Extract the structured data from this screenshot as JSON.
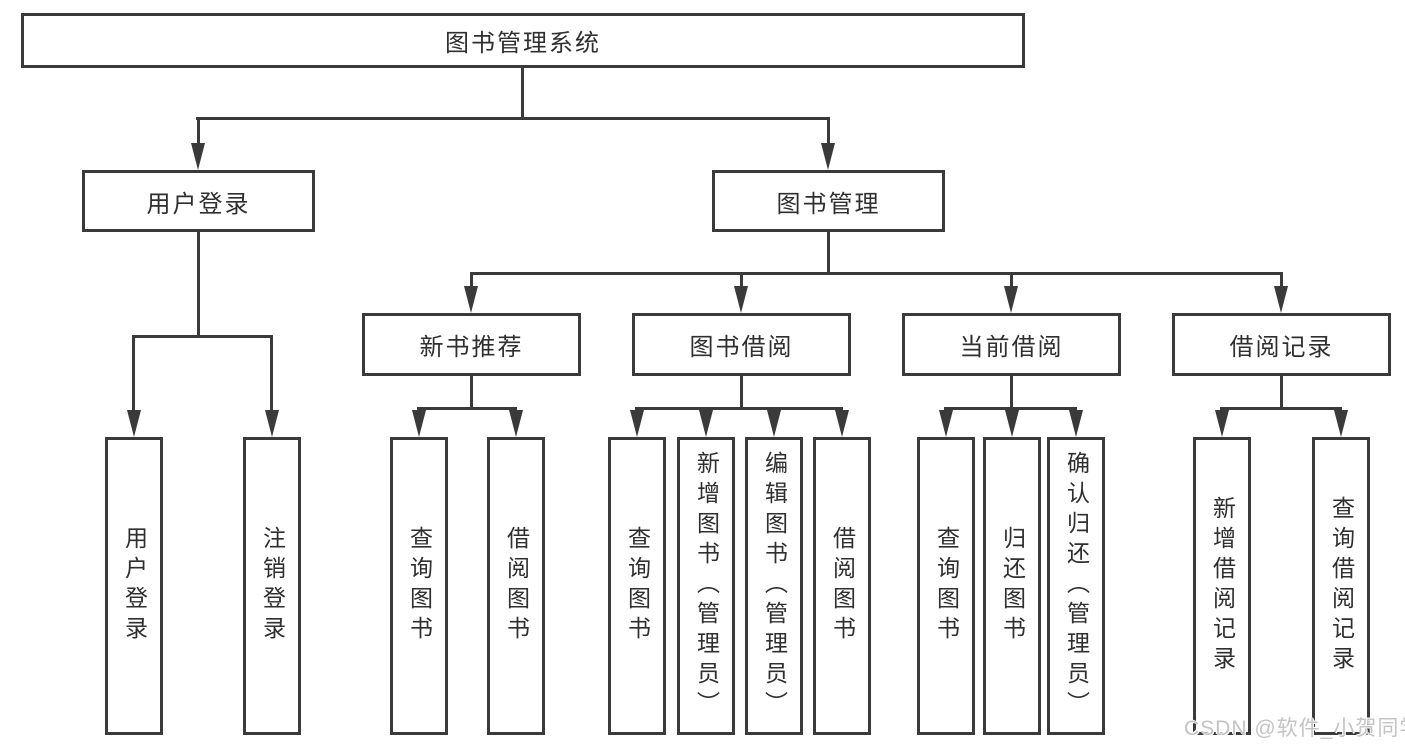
{
  "diagram": {
    "type": "hierarchy-tree",
    "colors": {
      "line": "#3a3a3a",
      "text": "#2f2f2f",
      "background": "#ffffff",
      "watermark": "#c4c4c4"
    },
    "nodes": {
      "root": {
        "label": "图书管理系统"
      },
      "user_login": {
        "label": "用户登录"
      },
      "book_mgmt": {
        "label": "图书管理"
      },
      "new_book_rec": {
        "label": "新书推荐"
      },
      "book_borrow": {
        "label": "图书借阅"
      },
      "current_borrow": {
        "label": "当前借阅"
      },
      "borrow_records": {
        "label": "借阅记录"
      },
      "leaf_user_login": {
        "label": "用户登录"
      },
      "leaf_logout": {
        "label": "注销登录"
      },
      "leaf_query_book_1": {
        "label": "查询图书"
      },
      "leaf_borrow_book_1": {
        "label": "借阅图书"
      },
      "leaf_query_book_2": {
        "label": "查询图书"
      },
      "leaf_add_book": {
        "label": "新增图书（管理员）"
      },
      "leaf_edit_book": {
        "label": "编辑图书（管理员）"
      },
      "leaf_borrow_book_2": {
        "label": "借阅图书"
      },
      "leaf_query_book_3": {
        "label": "查询图书"
      },
      "leaf_return_book": {
        "label": "归还图书"
      },
      "leaf_confirm_return": {
        "label": "确认归还（管理员）"
      },
      "leaf_add_record": {
        "label": "新增借阅记录"
      },
      "leaf_query_record": {
        "label": "查询借阅记录"
      }
    },
    "edges": [
      "图书管理系统→用户登录",
      "图书管理系统→图书管理",
      "用户登录→用户登录",
      "用户登录→注销登录",
      "图书管理→新书推荐",
      "图书管理→图书借阅",
      "图书管理→当前借阅",
      "图书管理→借阅记录",
      "新书推荐→查询图书",
      "新书推荐→借阅图书",
      "图书借阅→查询图书",
      "图书借阅→新增图书（管理员）",
      "图书借阅→编辑图书（管理员）",
      "图书借阅→借阅图书",
      "当前借阅→查询图书",
      "当前借阅→归还图书",
      "当前借阅→确认归还（管理员）",
      "借阅记录→新增借阅记录",
      "借阅记录→查询借阅记录"
    ]
  },
  "watermark": {
    "text": "CSDN @软件_小贺同学"
  }
}
